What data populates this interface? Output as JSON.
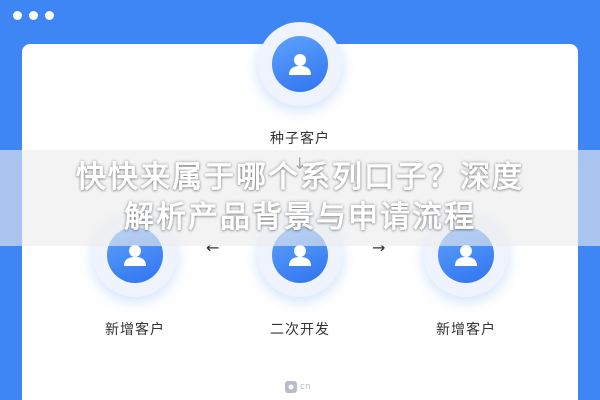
{
  "window": {
    "controls": [
      "dot",
      "dot",
      "dot"
    ]
  },
  "nodes": {
    "seed": {
      "label": "种子客户",
      "icon": "user-icon"
    },
    "left": {
      "label": "新增客户",
      "icon": "user-icon"
    },
    "center": {
      "label": "二次开发",
      "icon": "user-icon"
    },
    "right": {
      "label": "新增客户",
      "icon": "user-icon"
    }
  },
  "arrows": {
    "down": "↓",
    "left": "←",
    "right": "→"
  },
  "overlay": {
    "line1": "快快来属于哪个系列口子？深度",
    "line2": "解析产品背景与申请流程"
  },
  "footer_logo": {
    "text": "cn"
  },
  "colors": {
    "background": "#3f86f5",
    "card": "#ffffff",
    "node_gradient_start": "#5fa2ff",
    "node_gradient_end": "#2f74ee"
  }
}
